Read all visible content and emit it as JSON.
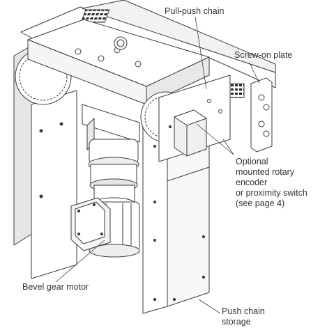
{
  "labels": {
    "pull_push_chain": "Pull-push chain",
    "screw_on_plate": "Screw-on plate",
    "optional_encoder": [
      "Optional",
      "mounted rotary",
      "encoder",
      "or proximity switch",
      "(see page 4)"
    ],
    "bevel_gear_motor": "Bevel gear motor",
    "push_chain_storage": [
      "Push chain",
      "storage"
    ]
  },
  "colors": {
    "line": "#3a3a3a",
    "label_text": "#333333",
    "metal_light": "#ffffff",
    "metal_shade": "#d9d9d9"
  }
}
